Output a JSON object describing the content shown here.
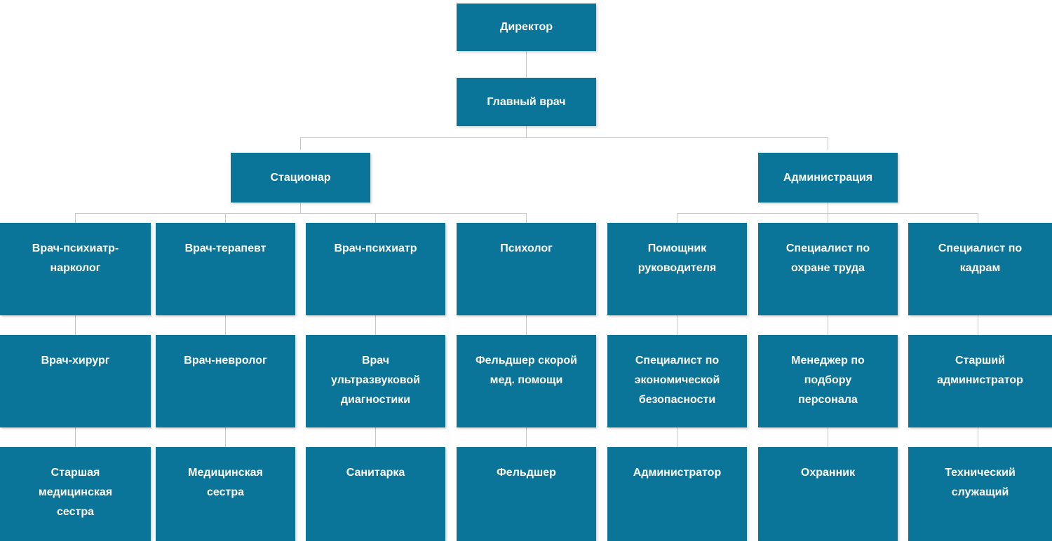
{
  "chart_data": {
    "type": "diagram",
    "diagram_type": "organizational-chart",
    "title": "",
    "language": "ru",
    "colors": {
      "node_fill": "#0a7499",
      "node_text": "#ffffff",
      "connector": "#c8c8c8",
      "background": "#ffffff"
    },
    "levels": [
      {
        "level": 1,
        "labels": [
          "Директор"
        ]
      },
      {
        "level": 2,
        "labels": [
          "Главный врач"
        ]
      },
      {
        "level": 3,
        "labels": [
          "Стационар",
          "Администрация"
        ]
      },
      {
        "level": 4,
        "labels": [
          "Врач-психиатр-нарколог",
          "Врач-терапевт",
          "Врач-психиатр",
          "Психолог",
          "Помощник руководителя",
          "Специалист по охране труда",
          "Специалист по кадрам"
        ]
      },
      {
        "level": 5,
        "labels": [
          "Врач-хирург",
          "Врач-невролог",
          "Врач ультразвуковой диагностики",
          "Фельдшер скорой мед. помощи",
          "Специалист по экономической безопасности",
          "Менеджер по подбору персонала",
          "Старший администратор"
        ]
      },
      {
        "level": 6,
        "labels": [
          "Старшая медицинская сестра",
          "Медицинская сестра",
          "Санитарка",
          "Фельдшер",
          "Администратор",
          "Охранник",
          "Технический служащий"
        ]
      }
    ],
    "edges": [
      {
        "from": "Директор",
        "to": "Главный врач"
      },
      {
        "from": "Главный врач",
        "to": "Стационар"
      },
      {
        "from": "Главный врач",
        "to": "Администрация"
      },
      {
        "from": "Стационар",
        "to": "Врач-психиатр-нарколог"
      },
      {
        "from": "Стационар",
        "to": "Врач-терапевт"
      },
      {
        "from": "Стационар",
        "to": "Врач-психиатр"
      },
      {
        "from": "Стационар",
        "to": "Психолог"
      },
      {
        "from": "Администрация",
        "to": "Помощник руководителя"
      },
      {
        "from": "Администрация",
        "to": "Специалист по охране труда"
      },
      {
        "from": "Администрация",
        "to": "Специалист по кадрам"
      },
      {
        "from": "Врач-психиатр-нарколог",
        "to": "Врач-хирург"
      },
      {
        "from": "Врач-терапевт",
        "to": "Врач-невролог"
      },
      {
        "from": "Врач-психиатр",
        "to": "Врач ультразвуковой диагностики"
      },
      {
        "from": "Психолог",
        "to": "Фельдшер скорой мед. помощи"
      },
      {
        "from": "Помощник руководителя",
        "to": "Специалист по экономической безопасности"
      },
      {
        "from": "Специалист по охране труда",
        "to": "Менеджер по подбору персонала"
      },
      {
        "from": "Специалист по кадрам",
        "to": "Старший администратор"
      },
      {
        "from": "Врач-хирург",
        "to": "Старшая медицинская сестра"
      },
      {
        "from": "Врач-невролог",
        "to": "Медицинская сестра"
      },
      {
        "from": "Врач ультразвуковой диагностики",
        "to": "Санитарка"
      },
      {
        "from": "Фельдшер скорой мед. помощи",
        "to": "Фельдшер"
      },
      {
        "from": "Специалист по экономической безопасности",
        "to": "Администратор"
      },
      {
        "from": "Менеджер по подбору персонала",
        "to": "Охранник"
      },
      {
        "from": "Старший администратор",
        "to": "Технический служащий"
      }
    ]
  },
  "nodes": {
    "director": "Директор",
    "chief_doctor": "Главный врач",
    "inpatient": "Стационар",
    "administration": "Администрация",
    "r3c1": "Врач-психиатр-\nнарколог",
    "r3c2": "Врач-терапевт",
    "r3c3": "Врач-психиатр",
    "r3c4": "Психолог",
    "r3c5": "Помощник\nруководителя",
    "r3c6": "Специалист по\nохране труда",
    "r3c7": "Специалист по\nкадрам",
    "r4c1": "Врач-хирург",
    "r4c2": "Врач-невролог",
    "r4c3": "Врач\nультразвуковой\nдиагностики",
    "r4c4": "Фельдшер скорой\nмед. помощи",
    "r4c5": "Специалист по\nэкономической\nбезопасности",
    "r4c6": "Менеджер по\nподбору\nперсонала",
    "r4c7": "Старший\nадминистратор",
    "r5c1": "Старшая\nмедицинская\nсестра",
    "r5c2": "Медицинская\nсестра",
    "r5c3": "Санитарка",
    "r5c4": "Фельдшер",
    "r5c5": "Администратор",
    "r5c6": "Охранник",
    "r5c7": "Технический\nслужащий"
  }
}
